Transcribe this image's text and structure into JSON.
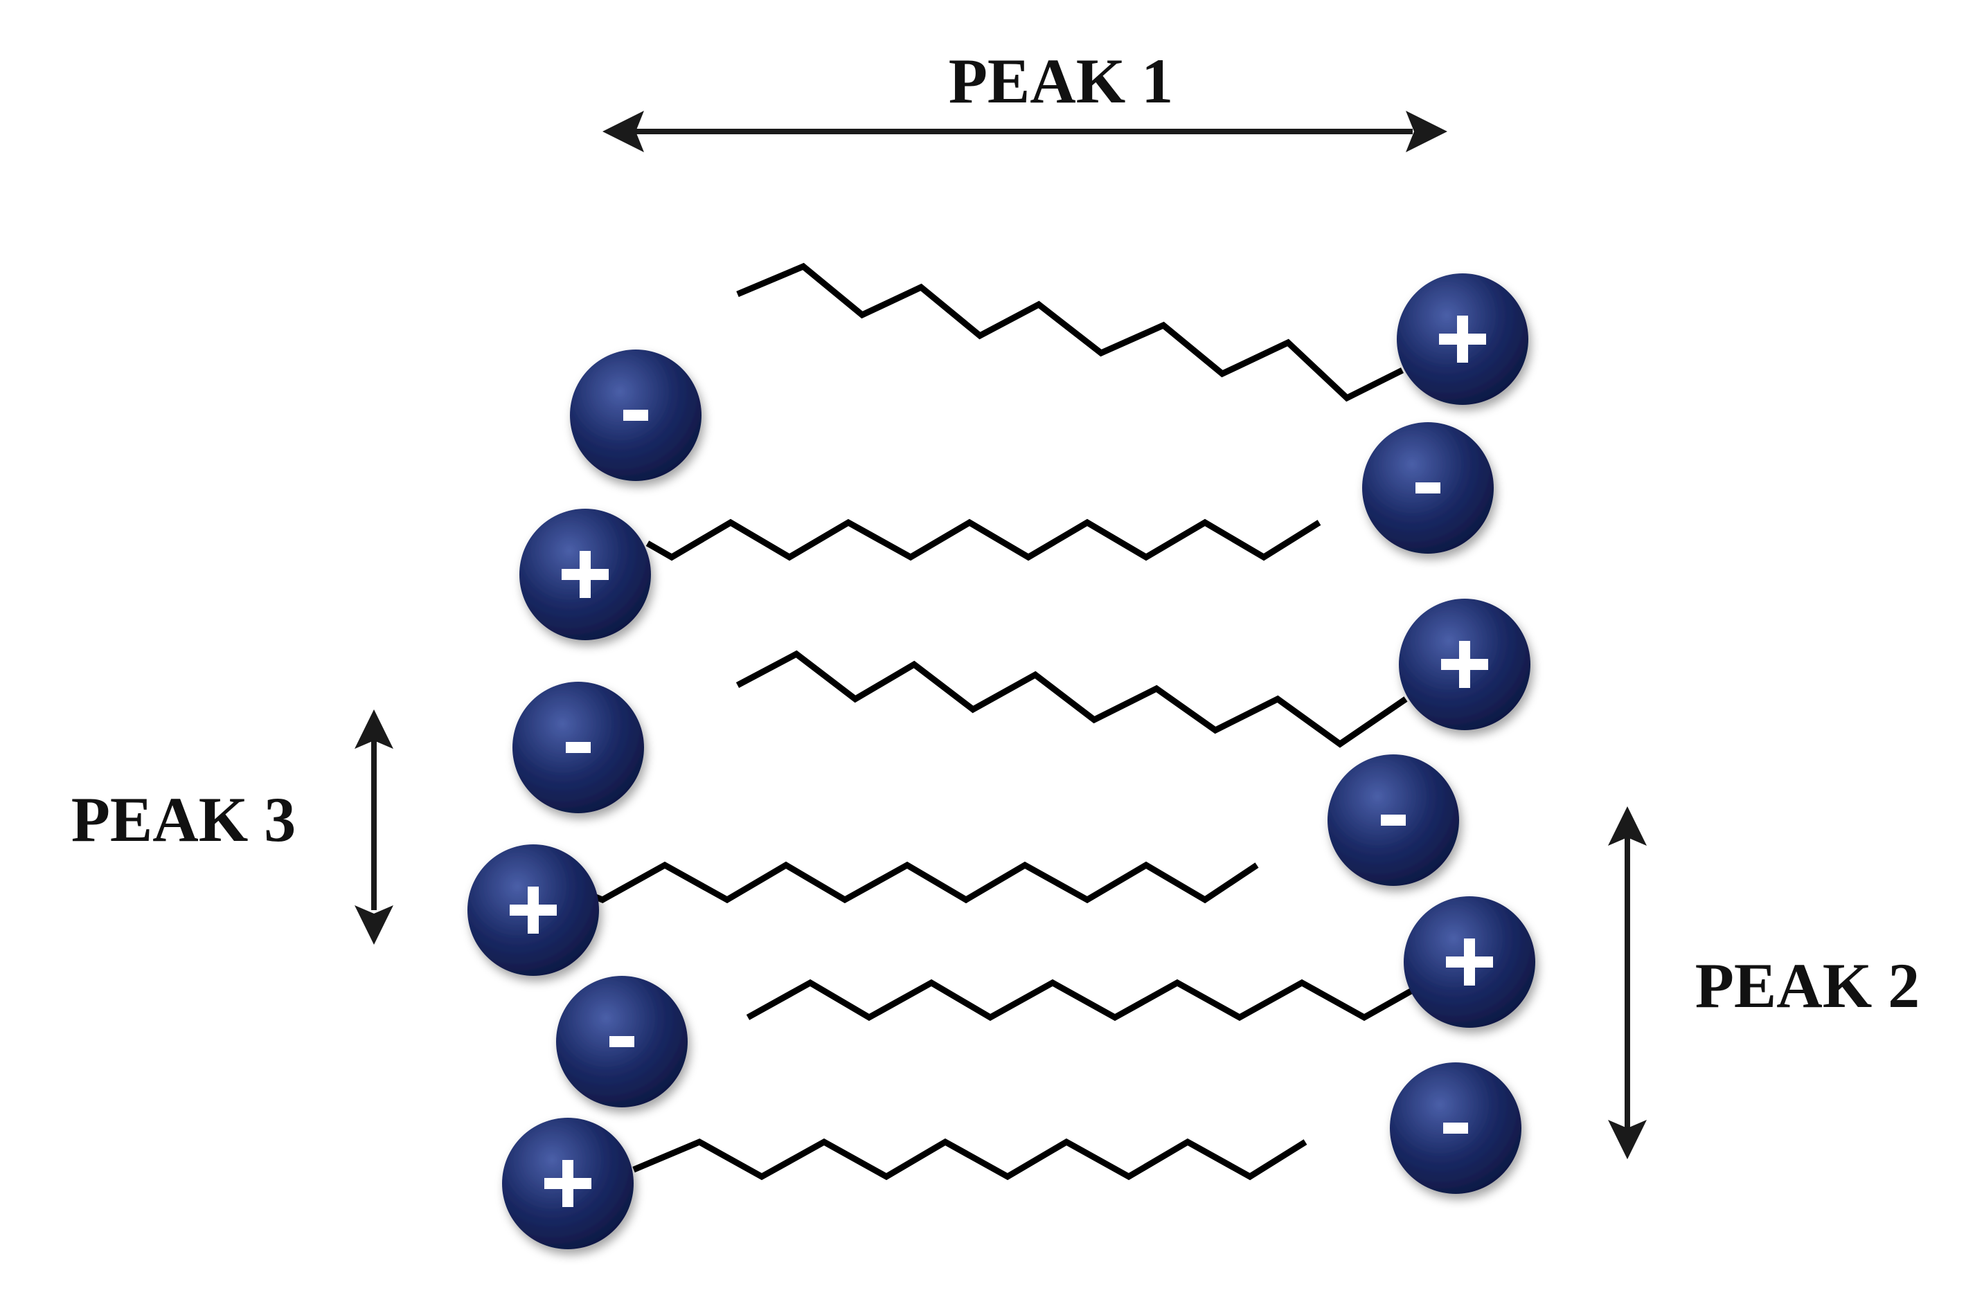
{
  "labels": {
    "peak1": "PEAK 1",
    "peak2": "PEAK 2",
    "peak3": "PEAK 3"
  },
  "colors": {
    "ion_fill": "#1b2a66",
    "ion_highlight": "#4a5fa8",
    "ion_dark": "#0d1640",
    "chain": "#000000",
    "arrow": "#1a1a1a"
  },
  "icons": {
    "cation": "plus-sign-icon",
    "anion": "minus-sign-icon"
  }
}
